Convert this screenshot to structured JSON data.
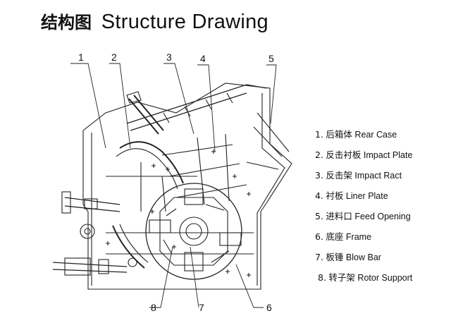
{
  "title": {
    "cn": "结构图",
    "en": "Structure Drawing"
  },
  "callouts": [
    "1",
    "2",
    "3",
    "4",
    "5",
    "6",
    "7",
    "8"
  ],
  "legend": [
    {
      "num": "1.",
      "cn": "后箱体",
      "en": "Rear Case"
    },
    {
      "num": "2.",
      "cn": "反击衬板",
      "en": "Impact Plate"
    },
    {
      "num": "3.",
      "cn": "反击架",
      "en": "Impact Ract"
    },
    {
      "num": "4.",
      "cn": "衬板",
      "en": "Liner Plate"
    },
    {
      "num": "5.",
      "cn": "进料口",
      "en": "Feed Opening"
    },
    {
      "num": "6.",
      "cn": "底座",
      "en": "Frame"
    },
    {
      "num": "7.",
      "cn": "板锤",
      "en": "Blow Bar"
    },
    {
      "num": "8.",
      "cn": "转子架",
      "en": "Rotor Support"
    }
  ]
}
